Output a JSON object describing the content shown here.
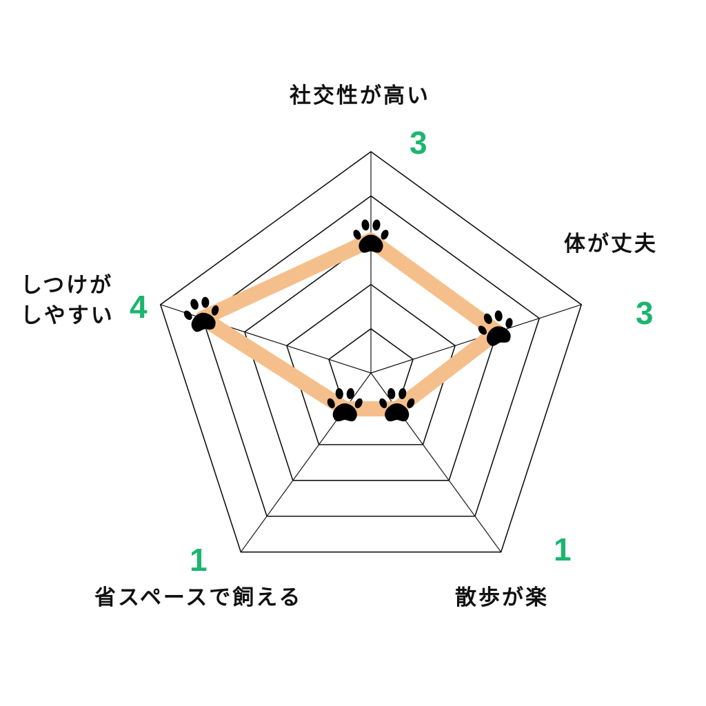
{
  "chart_data": {
    "type": "radar",
    "max": 5,
    "levels": 5,
    "axes": [
      "社交性が高い",
      "体が丈夫",
      "散歩が楽",
      "省スペースで飼える",
      "しつけがしやすい"
    ],
    "axis_label_lines": {
      "4": [
        "しつけが",
        "しやすい"
      ]
    },
    "values": [
      3,
      3,
      1,
      1,
      4
    ],
    "value_labels": [
      "3",
      "3",
      "1",
      "1",
      "4"
    ],
    "marker": "paw-print"
  },
  "colors": {
    "line": "#f5bf8c",
    "value_text": "#1db56f",
    "grid": "#111111",
    "marker": "#000000"
  }
}
